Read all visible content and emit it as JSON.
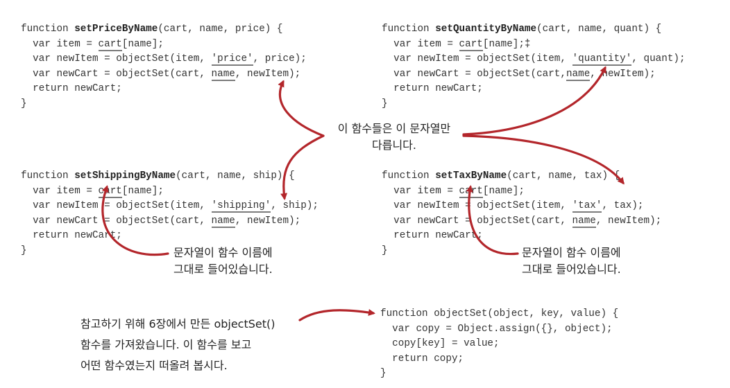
{
  "code_blocks": {
    "set_price": {
      "header": {
        "prefix": "function ",
        "name": "setPriceByName",
        "params": "(cart, name, price) {"
      },
      "line1": {
        "a": "  var item = ",
        "b": "cart",
        "c": "[name];"
      },
      "line2": {
        "a": "  var newItem = objectSet(item, ",
        "b": "'price'",
        "c": ", price);"
      },
      "line3": {
        "a": "  var newCart = objectSet(cart, ",
        "b": "name",
        "c": ", newItem);"
      },
      "line4": "  return newCart;",
      "line5": "}"
    },
    "set_quantity": {
      "header": {
        "prefix": "function ",
        "name": "setQuantityByName",
        "params": "(cart, name, quant) {"
      },
      "line1": {
        "a": "  var item = ",
        "b": "cart",
        "c": "[name];‡"
      },
      "line2": {
        "a": "  var newItem = objectSet(item, ",
        "b": "'quantity'",
        "c": ", quant);"
      },
      "line3": {
        "a": "  var newCart = objectSet(cart,",
        "b": "name",
        "c": ", newItem);"
      },
      "line4": "  return newCart;",
      "line5": "}"
    },
    "set_shipping": {
      "header": {
        "prefix": "function ",
        "name": "setShippingByName",
        "params": "(cart, name, ship) {"
      },
      "line1": {
        "a": "  var item = ",
        "b": "cart",
        "c": "[name];"
      },
      "line2": {
        "a": "  var newItem = objectSet(item, ",
        "b": "'shipping'",
        "c": ", ship);"
      },
      "line3": {
        "a": "  var newCart = objectSet(cart, ",
        "b": "name",
        "c": ", newItem);"
      },
      "line4": "  return newCart;",
      "line5": "}"
    },
    "set_tax": {
      "header": {
        "prefix": "function ",
        "name": "setTaxByName",
        "params": "(cart, name, tax) {"
      },
      "line1": {
        "a": "  var item = ",
        "b": "cart",
        "c": "[name];"
      },
      "line2": {
        "a": "  var newItem = objectSet(item, ",
        "b": "'tax'",
        "c": ", tax);"
      },
      "line3": {
        "a": "  var newCart = objectSet(cart, ",
        "b": "name",
        "c": ", newItem);"
      },
      "line4": "  return newCart;",
      "line5": "}"
    },
    "object_set": {
      "line0": "function objectSet(object, key, value) {",
      "line1": "  var copy = Object.assign({}, object);",
      "line2": "  copy[key] = value;",
      "line3": "  return copy;",
      "line4": "}"
    }
  },
  "annotations": {
    "differ_only": {
      "line1": "이 함수들은 이 문자열만",
      "line2": "다릅니다."
    },
    "in_name_left": {
      "line1": "문자열이 함수 이름에",
      "line2": "그대로 들어있습니다."
    },
    "in_name_right": {
      "line1": "문자열이 함수 이름에",
      "line2": "그대로 들어있습니다."
    },
    "reference": {
      "line1": "참고하기 위해 6장에서 만든 objectSet()",
      "line2": "함수를 가져왔습니다. 이 함수를 보고",
      "line3": "어떤 함수였는지 떠올려 봅시다."
    }
  },
  "colors": {
    "arrow": "#b3262b",
    "underline": "#7b7b7b",
    "text": "#333333"
  }
}
